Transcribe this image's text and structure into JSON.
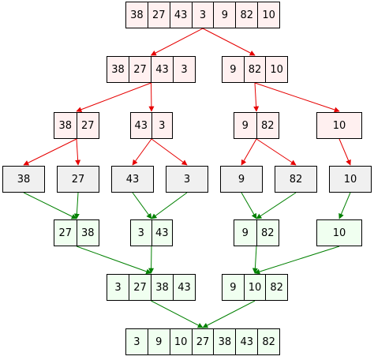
{
  "colors": {
    "split_fill": "#fff0f0",
    "single_fill": "#f0f0f0",
    "merge_fill": "#f0fff0",
    "split_edge": "#e60000",
    "merge_edge": "#008000",
    "border": "#000000"
  },
  "nodes": {
    "split_root": [
      "38",
      "27",
      "43",
      "3",
      "9",
      "82",
      "10"
    ],
    "split_left": [
      "38",
      "27",
      "43",
      "3"
    ],
    "split_right": [
      "9",
      "82",
      "10"
    ],
    "split_ll": [
      "38",
      "27"
    ],
    "split_lr": [
      "43",
      "3"
    ],
    "split_rl": [
      "9",
      "82"
    ],
    "split_rr": [
      "10"
    ],
    "leaf_38": [
      "38"
    ],
    "leaf_27": [
      "27"
    ],
    "leaf_43": [
      "43"
    ],
    "leaf_3": [
      "3"
    ],
    "leaf_9": [
      "9"
    ],
    "leaf_82": [
      "82"
    ],
    "leaf_10": [
      "10"
    ],
    "merge_ll": [
      "27",
      "38"
    ],
    "merge_lr": [
      "3",
      "43"
    ],
    "merge_rl": [
      "9",
      "82"
    ],
    "merge_rr": [
      "10"
    ],
    "merge_left": [
      "3",
      "27",
      "38",
      "43"
    ],
    "merge_right": [
      "9",
      "10",
      "82"
    ],
    "merge_root": [
      "3",
      "9",
      "10",
      "27",
      "38",
      "43",
      "82"
    ]
  }
}
